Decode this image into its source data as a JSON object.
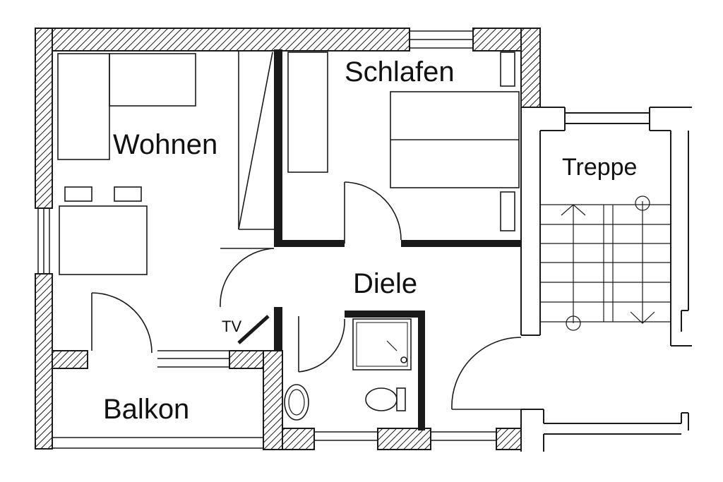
{
  "rooms": {
    "wohnen": "Wohnen",
    "schlafen": "Schlafen",
    "treppe": "Treppe",
    "diele": "Diele",
    "balkon": "Balkon"
  },
  "annotations": {
    "tv": "TV"
  },
  "colors": {
    "ink": "#1a1a1a",
    "background": "#ffffff"
  }
}
